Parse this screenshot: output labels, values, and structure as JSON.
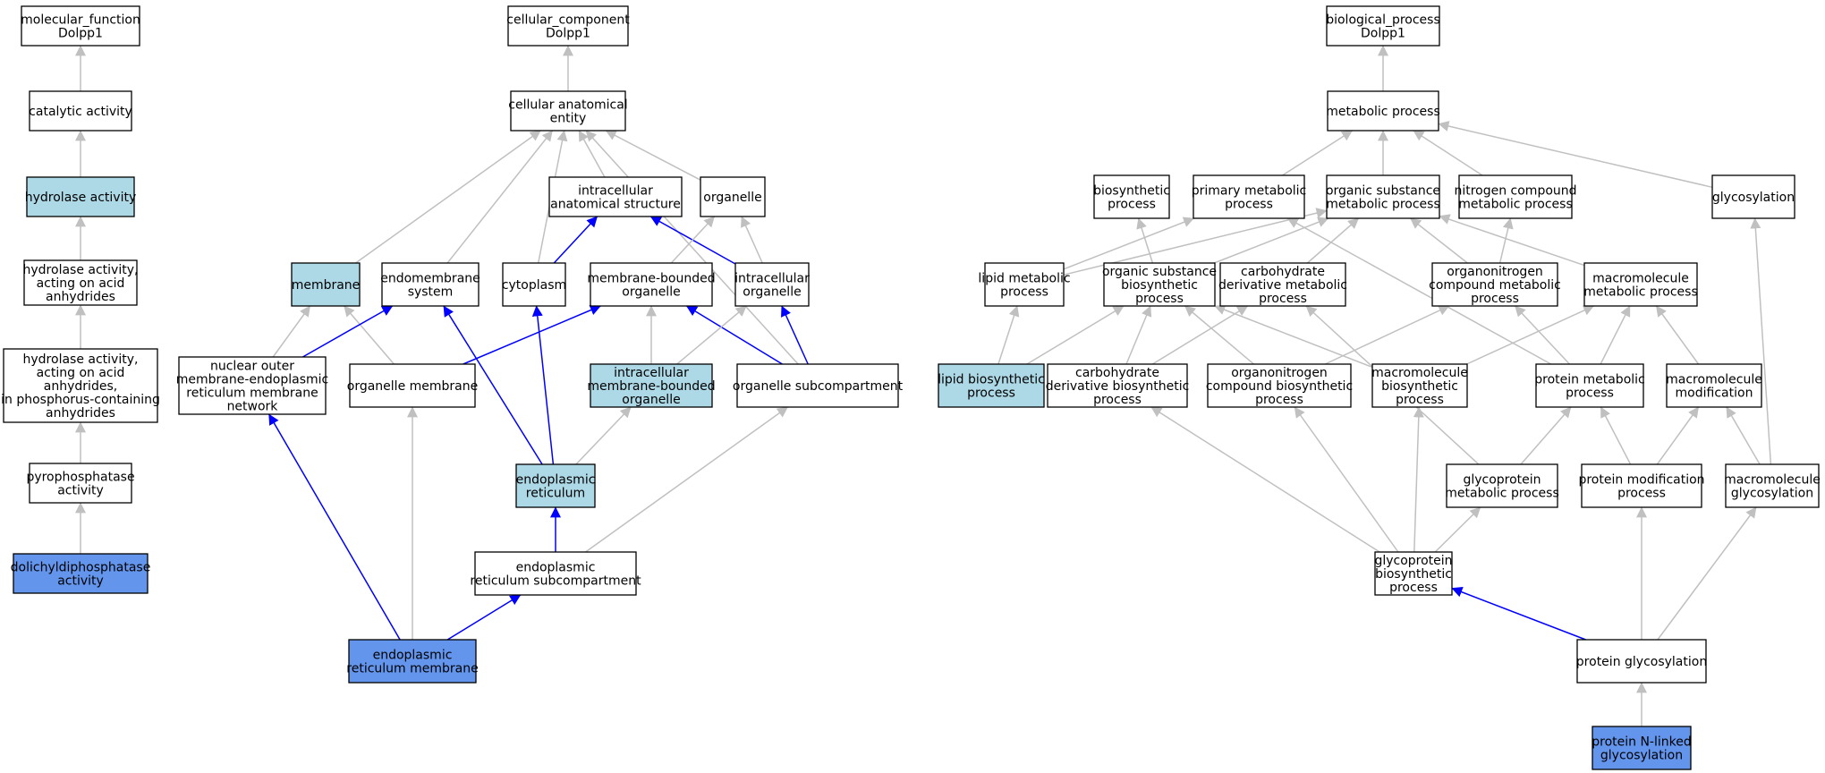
{
  "colors": {
    "plain": "#ffffff",
    "light": "#add8e6",
    "dark": "#6495ed",
    "edge_gray": "#c0c0c0",
    "edge_blue": "#0000ff"
  },
  "nodes": {
    "mf_root": {
      "lines": [
        "molecular_function",
        "Dolpp1"
      ],
      "fill": "plain"
    },
    "catalytic": {
      "lines": [
        "catalytic activity"
      ],
      "fill": "plain"
    },
    "hydrolase": {
      "lines": [
        "hydrolase activity"
      ],
      "fill": "light"
    },
    "hydro_acid": {
      "lines": [
        "hydrolase activity,",
        "acting on acid",
        "anhydrides"
      ],
      "fill": "plain"
    },
    "hydro_phos": {
      "lines": [
        "hydrolase activity,",
        "acting on acid",
        "anhydrides,",
        "in phosphorus-containing",
        "anhydrides"
      ],
      "fill": "plain"
    },
    "pyrophos": {
      "lines": [
        "pyrophosphatase",
        "activity"
      ],
      "fill": "plain"
    },
    "dolichyl": {
      "lines": [
        "dolichyldiphosphatase",
        "activity"
      ],
      "fill": "dark"
    },
    "cc_root": {
      "lines": [
        "cellular_component",
        "Dolpp1"
      ],
      "fill": "plain"
    },
    "cae": {
      "lines": [
        "cellular anatomical",
        "entity"
      ],
      "fill": "plain"
    },
    "ias": {
      "lines": [
        "intracellular",
        "anatomical structure"
      ],
      "fill": "plain"
    },
    "organelle": {
      "lines": [
        "organelle"
      ],
      "fill": "plain"
    },
    "membrane": {
      "lines": [
        "membrane"
      ],
      "fill": "light"
    },
    "endomem": {
      "lines": [
        "endomembrane",
        "system"
      ],
      "fill": "plain"
    },
    "cytoplasm": {
      "lines": [
        "cytoplasm"
      ],
      "fill": "plain"
    },
    "mbo": {
      "lines": [
        "membrane-bounded",
        "organelle"
      ],
      "fill": "plain"
    },
    "intra_org": {
      "lines": [
        "intracellular",
        "organelle"
      ],
      "fill": "plain"
    },
    "nom": {
      "lines": [
        "nuclear outer",
        "membrane-endoplasmic",
        "reticulum membrane",
        "network"
      ],
      "fill": "plain"
    },
    "org_mem": {
      "lines": [
        "organelle membrane"
      ],
      "fill": "plain"
    },
    "imbo": {
      "lines": [
        "intracellular",
        "membrane-bounded",
        "organelle"
      ],
      "fill": "light"
    },
    "org_sub": {
      "lines": [
        "organelle subcompartment"
      ],
      "fill": "plain"
    },
    "er": {
      "lines": [
        "endoplasmic",
        "reticulum"
      ],
      "fill": "light"
    },
    "er_sub": {
      "lines": [
        "endoplasmic",
        "reticulum subcompartment"
      ],
      "fill": "plain"
    },
    "er_mem": {
      "lines": [
        "endoplasmic",
        "reticulum membrane"
      ],
      "fill": "dark"
    },
    "bp_root": {
      "lines": [
        "biological_process",
        "Dolpp1"
      ],
      "fill": "plain"
    },
    "metabolic": {
      "lines": [
        "metabolic process"
      ],
      "fill": "plain"
    },
    "biosynthetic": {
      "lines": [
        "biosynthetic",
        "process"
      ],
      "fill": "plain"
    },
    "primary": {
      "lines": [
        "primary metabolic",
        "process"
      ],
      "fill": "plain"
    },
    "organic_sub": {
      "lines": [
        "organic substance",
        "metabolic process"
      ],
      "fill": "plain"
    },
    "nitrogen": {
      "lines": [
        "nitrogen compound",
        "metabolic process"
      ],
      "fill": "plain"
    },
    "glycosylation": {
      "lines": [
        "glycosylation"
      ],
      "fill": "plain"
    },
    "lipid_met": {
      "lines": [
        "lipid metabolic",
        "process"
      ],
      "fill": "plain"
    },
    "org_sub_bio": {
      "lines": [
        "organic substance",
        "biosynthetic",
        "process"
      ],
      "fill": "plain"
    },
    "carb_deriv": {
      "lines": [
        "carbohydrate",
        "derivative metabolic",
        "process"
      ],
      "fill": "plain"
    },
    "organonitrogen": {
      "lines": [
        "organonitrogen",
        "compound metabolic",
        "process"
      ],
      "fill": "plain"
    },
    "macro_met": {
      "lines": [
        "macromolecule",
        "metabolic process"
      ],
      "fill": "plain"
    },
    "lipid_bio": {
      "lines": [
        "lipid biosynthetic",
        "process"
      ],
      "fill": "light"
    },
    "carb_deriv_bio": {
      "lines": [
        "carbohydrate",
        "derivative biosynthetic",
        "process"
      ],
      "fill": "plain"
    },
    "orgn_bio": {
      "lines": [
        "organonitrogen",
        "compound biosynthetic",
        "process"
      ],
      "fill": "plain"
    },
    "macro_bio": {
      "lines": [
        "macromolecule",
        "biosynthetic",
        "process"
      ],
      "fill": "plain"
    },
    "protein_met": {
      "lines": [
        "protein metabolic",
        "process"
      ],
      "fill": "plain"
    },
    "macro_mod": {
      "lines": [
        "macromolecule",
        "modification"
      ],
      "fill": "plain"
    },
    "glycoprot_met": {
      "lines": [
        "glycoprotein",
        "metabolic process"
      ],
      "fill": "plain"
    },
    "prot_mod": {
      "lines": [
        "protein modification",
        "process"
      ],
      "fill": "plain"
    },
    "macro_glyco": {
      "lines": [
        "macromolecule",
        "glycosylation"
      ],
      "fill": "plain"
    },
    "glycoprot_bio": {
      "lines": [
        "glycoprotein",
        "biosynthetic",
        "process"
      ],
      "fill": "plain"
    },
    "prot_glyco": {
      "lines": [
        "protein glycosylation"
      ],
      "fill": "plain"
    },
    "prot_n_glyco": {
      "lines": [
        "protein N-linked",
        "glycosylation"
      ],
      "fill": "dark"
    }
  },
  "edges": [
    [
      "catalytic",
      "mf_root",
      "gray"
    ],
    [
      "hydrolase",
      "catalytic",
      "gray"
    ],
    [
      "hydro_acid",
      "hydrolase",
      "gray"
    ],
    [
      "hydro_phos",
      "hydro_acid",
      "gray"
    ],
    [
      "pyrophos",
      "hydro_phos",
      "gray"
    ],
    [
      "dolichyl",
      "pyrophos",
      "gray"
    ],
    [
      "cae",
      "cc_root",
      "gray"
    ],
    [
      "ias",
      "cae",
      "gray"
    ],
    [
      "organelle",
      "cae",
      "gray"
    ],
    [
      "membrane",
      "cae",
      "gray"
    ],
    [
      "endomem",
      "cae",
      "gray"
    ],
    [
      "cytoplasm",
      "cae",
      "gray"
    ],
    [
      "org_sub",
      "cae",
      "gray"
    ],
    [
      "cytoplasm",
      "ias",
      "blue"
    ],
    [
      "intra_org",
      "ias",
      "blue"
    ],
    [
      "mbo",
      "organelle",
      "gray"
    ],
    [
      "intra_org",
      "organelle",
      "gray"
    ],
    [
      "nom",
      "membrane",
      "gray"
    ],
    [
      "org_mem",
      "membrane",
      "gray"
    ],
    [
      "nom",
      "endomem",
      "blue"
    ],
    [
      "er",
      "endomem",
      "blue"
    ],
    [
      "er",
      "cytoplasm",
      "blue"
    ],
    [
      "org_mem",
      "mbo",
      "blue"
    ],
    [
      "imbo",
      "mbo",
      "gray"
    ],
    [
      "org_sub",
      "mbo",
      "blue"
    ],
    [
      "imbo",
      "intra_org",
      "gray"
    ],
    [
      "org_sub",
      "intra_org",
      "blue"
    ],
    [
      "er",
      "imbo",
      "gray"
    ],
    [
      "er_sub",
      "org_sub",
      "gray"
    ],
    [
      "er_sub",
      "er",
      "blue"
    ],
    [
      "er_mem",
      "nom",
      "blue"
    ],
    [
      "er_mem",
      "org_mem",
      "gray"
    ],
    [
      "er_mem",
      "er_sub",
      "blue"
    ],
    [
      "metabolic",
      "bp_root",
      "gray"
    ],
    [
      "primary",
      "metabolic",
      "gray"
    ],
    [
      "organic_sub",
      "metabolic",
      "gray"
    ],
    [
      "nitrogen",
      "metabolic",
      "gray"
    ],
    [
      "glycosylation",
      "metabolic",
      "gray"
    ],
    [
      "lipid_met",
      "organic_sub",
      "gray"
    ],
    [
      "org_sub_bio",
      "organic_sub",
      "gray"
    ],
    [
      "carb_deriv",
      "organic_sub",
      "gray"
    ],
    [
      "organonitrogen",
      "organic_sub",
      "gray"
    ],
    [
      "macro_met",
      "organic_sub",
      "gray"
    ],
    [
      "lipid_met",
      "primary",
      "gray"
    ],
    [
      "protein_met",
      "primary",
      "gray"
    ],
    [
      "org_sub_bio",
      "biosynthetic",
      "gray"
    ],
    [
      "organonitrogen",
      "nitrogen",
      "gray"
    ],
    [
      "lipid_bio",
      "lipid_met",
      "gray"
    ],
    [
      "lipid_bio",
      "org_sub_bio",
      "gray"
    ],
    [
      "carb_deriv_bio",
      "org_sub_bio",
      "gray"
    ],
    [
      "orgn_bio",
      "org_sub_bio",
      "gray"
    ],
    [
      "macro_bio",
      "org_sub_bio",
      "gray"
    ],
    [
      "carb_deriv_bio",
      "carb_deriv",
      "gray"
    ],
    [
      "glycoprot_met",
      "carb_deriv",
      "gray"
    ],
    [
      "orgn_bio",
      "organonitrogen",
      "gray"
    ],
    [
      "protein_met",
      "organonitrogen",
      "gray"
    ],
    [
      "macro_bio",
      "macro_met",
      "gray"
    ],
    [
      "protein_met",
      "macro_met",
      "gray"
    ],
    [
      "macro_mod",
      "macro_met",
      "gray"
    ],
    [
      "glycoprot_met",
      "protein_met",
      "gray"
    ],
    [
      "prot_mod",
      "protein_met",
      "gray"
    ],
    [
      "prot_mod",
      "macro_mod",
      "gray"
    ],
    [
      "macro_glyco",
      "macro_mod",
      "gray"
    ],
    [
      "macro_glyco",
      "glycosylation",
      "gray"
    ],
    [
      "glycoprot_bio",
      "carb_deriv_bio",
      "gray"
    ],
    [
      "glycoprot_bio",
      "orgn_bio",
      "gray"
    ],
    [
      "glycoprot_bio",
      "macro_bio",
      "gray"
    ],
    [
      "glycoprot_bio",
      "glycoprot_met",
      "gray"
    ],
    [
      "prot_glyco",
      "glycoprot_bio",
      "blue"
    ],
    [
      "prot_glyco",
      "prot_mod",
      "gray"
    ],
    [
      "prot_glyco",
      "macro_glyco",
      "gray"
    ],
    [
      "prot_n_glyco",
      "prot_glyco",
      "gray"
    ]
  ]
}
